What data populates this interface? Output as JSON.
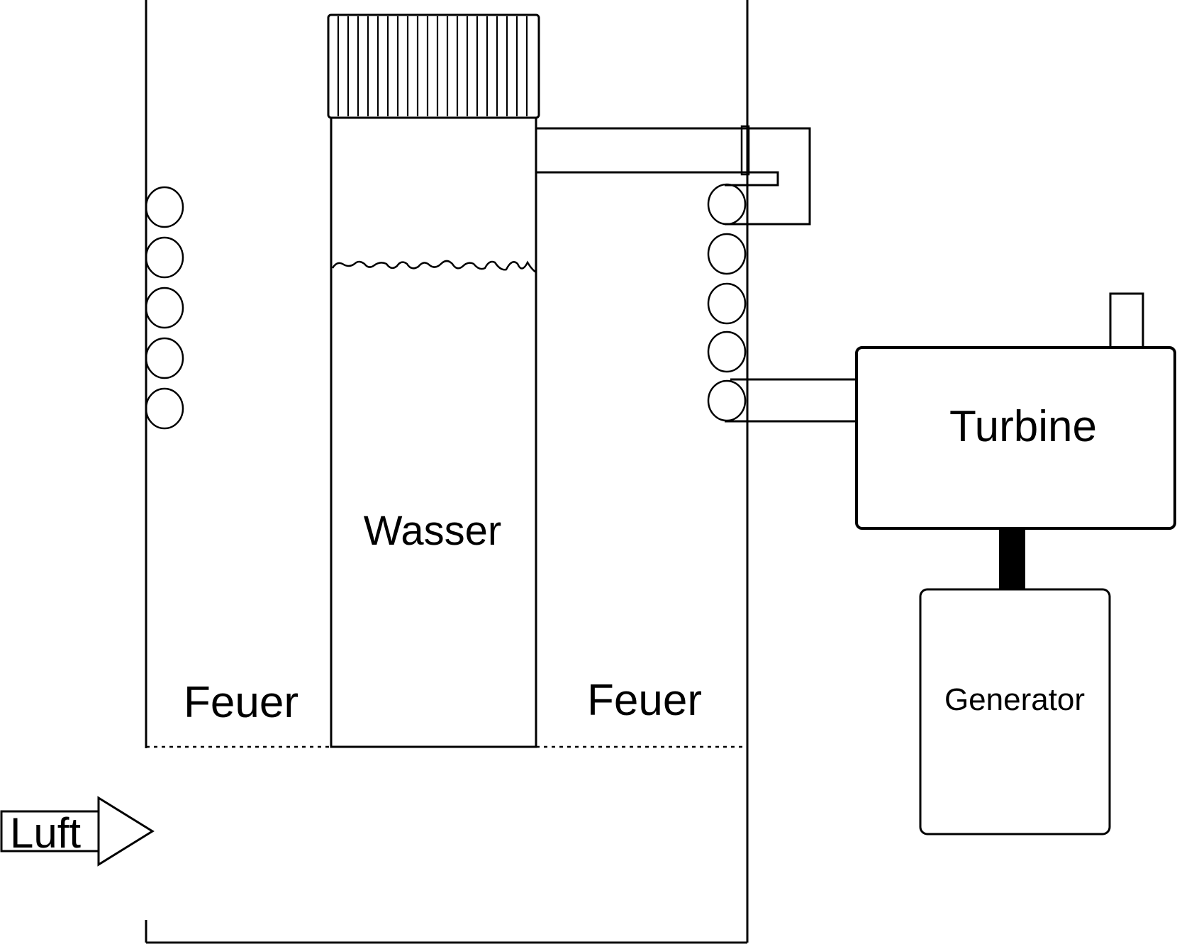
{
  "labels": {
    "wasser": "Wasser",
    "feuer_left": "Feuer",
    "feuer_right": "Feuer",
    "turbine": "Turbine",
    "generator": "Generator",
    "luft": "Luft"
  },
  "colors": {
    "stroke": "#000000",
    "background": "#ffffff"
  }
}
